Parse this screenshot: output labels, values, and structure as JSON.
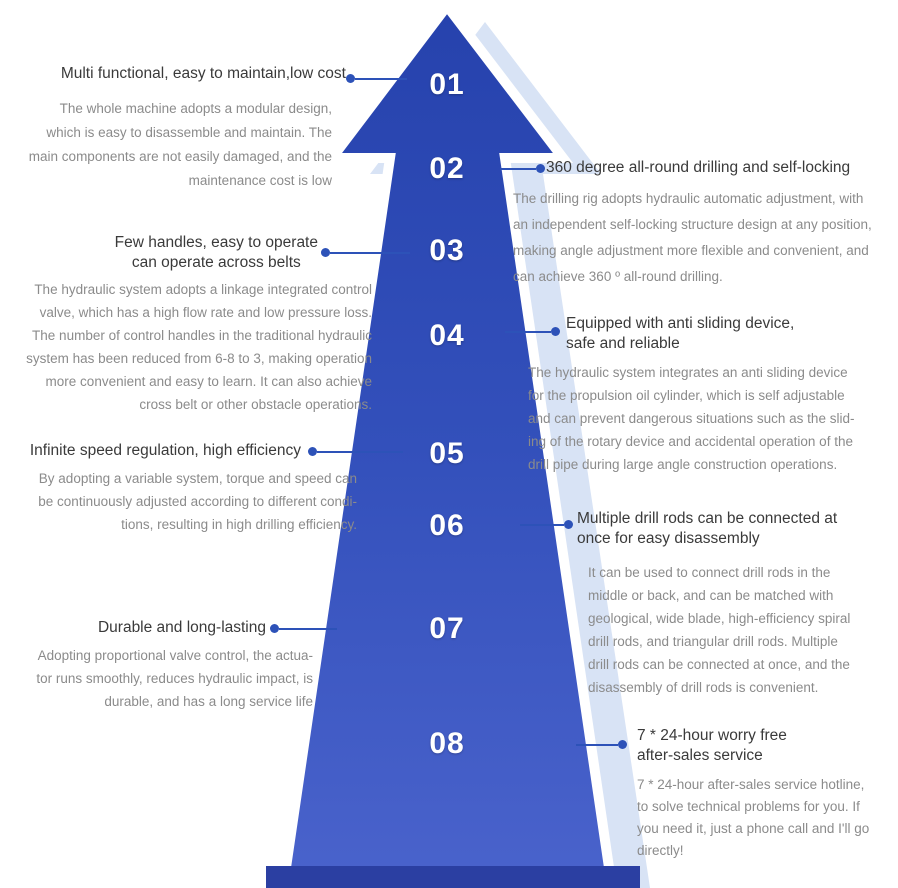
{
  "colors": {
    "accent": "#2d52b8",
    "arrow_top": "#2642ad",
    "arrow_mid": "#3350bb",
    "arrow_bottom": "#4a63cc",
    "arrow_shadow": "#d8e3f5",
    "arrow_base_band": "#2b3fa2",
    "title_text": "#3a3a3a",
    "desc_text": "#8b8b8b"
  },
  "features": [
    {
      "num": "01",
      "side": "left",
      "title": "Multi functional, easy to maintain,low cost",
      "desc": "The whole machine adopts a modular design,\nwhich is easy to disassemble and maintain. The\nmain components are not easily damaged, and the\nmaintenance cost is low"
    },
    {
      "num": "02",
      "side": "right",
      "title": "360 degree all-round drilling and self-locking",
      "desc": "The drilling rig adopts hydraulic automatic adjustment, with\nan independent self-locking structure design at any position,\nmaking angle adjustment more flexible and convenient, and\ncan achieve 360 º all-round drilling."
    },
    {
      "num": "03",
      "side": "left",
      "title": "Few handles, easy to operate\ncan operate across belts",
      "desc": "The hydraulic system adopts a linkage integrated control\nvalve, which has a high flow rate and low pressure loss.\nThe number of control handles in the traditional hydraulic\nsystem has been reduced from 6-8 to 3, making operation\nmore convenient and easy to learn. It can also achieve\ncross belt or other obstacle operations."
    },
    {
      "num": "04",
      "side": "right",
      "title": "Equipped with anti sliding device,\nsafe and reliable",
      "desc": "The hydraulic system integrates an anti sliding device\nfor the propulsion oil cylinder, which is self adjustable\nand can prevent dangerous situations such as the slid-\ning of the rotary device and accidental operation of the\ndrill pipe during large angle construction operations."
    },
    {
      "num": "05",
      "side": "left",
      "title": "Infinite speed regulation, high efficiency",
      "desc": "By adopting a variable system, torque and speed can\nbe continuously adjusted according to different condi-\ntions, resulting in high drilling efficiency."
    },
    {
      "num": "06",
      "side": "right",
      "title": "Multiple drill rods can be connected at\nonce for easy disassembly",
      "desc": "It can be used to connect drill rods in the\nmiddle or back, and can be matched with\ngeological, wide blade, high-efficiency spiral\ndrill rods, and triangular drill rods. Multiple\ndrill rods can be connected at once, and the\ndisassembly of drill rods is convenient."
    },
    {
      "num": "07",
      "side": "left",
      "title": "Durable and long-lasting",
      "desc": "Adopting proportional valve control, the actua-\ntor runs smoothly, reduces hydraulic impact, is\ndurable, and has a long service life"
    },
    {
      "num": "08",
      "side": "right",
      "title": "7 * 24-hour worry free\nafter-sales service",
      "desc": "7 * 24-hour after-sales service hotline,\nto solve technical problems for you. If\nyou need it, just a phone call and I'll go\ndirectly!"
    }
  ]
}
